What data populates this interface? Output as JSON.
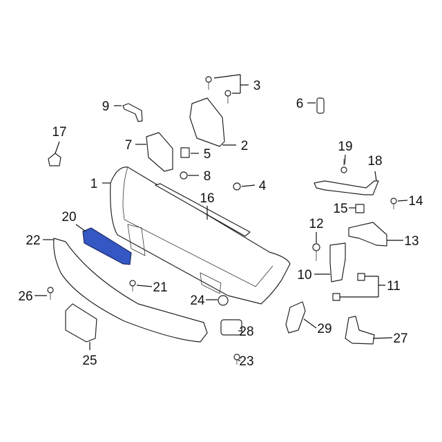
{
  "title": "Front bumper components diagram",
  "highlight_color": "#3557c4",
  "highlighted_part": "20",
  "callouts": {
    "c1": "1",
    "c2": "2",
    "c3": "3",
    "c4": "4",
    "c5": "5",
    "c6": "6",
    "c7": "7",
    "c8": "8",
    "c9": "9",
    "c10": "10",
    "c11": "11",
    "c12": "12",
    "c13": "13",
    "c14": "14",
    "c15": "15",
    "c16": "16",
    "c17": "17",
    "c18": "18",
    "c19": "19",
    "c20": "20",
    "c21": "21",
    "c22": "22",
    "c23": "23",
    "c24": "24",
    "c25": "25",
    "c26": "26",
    "c27": "27",
    "c28": "28",
    "c29": "29"
  }
}
